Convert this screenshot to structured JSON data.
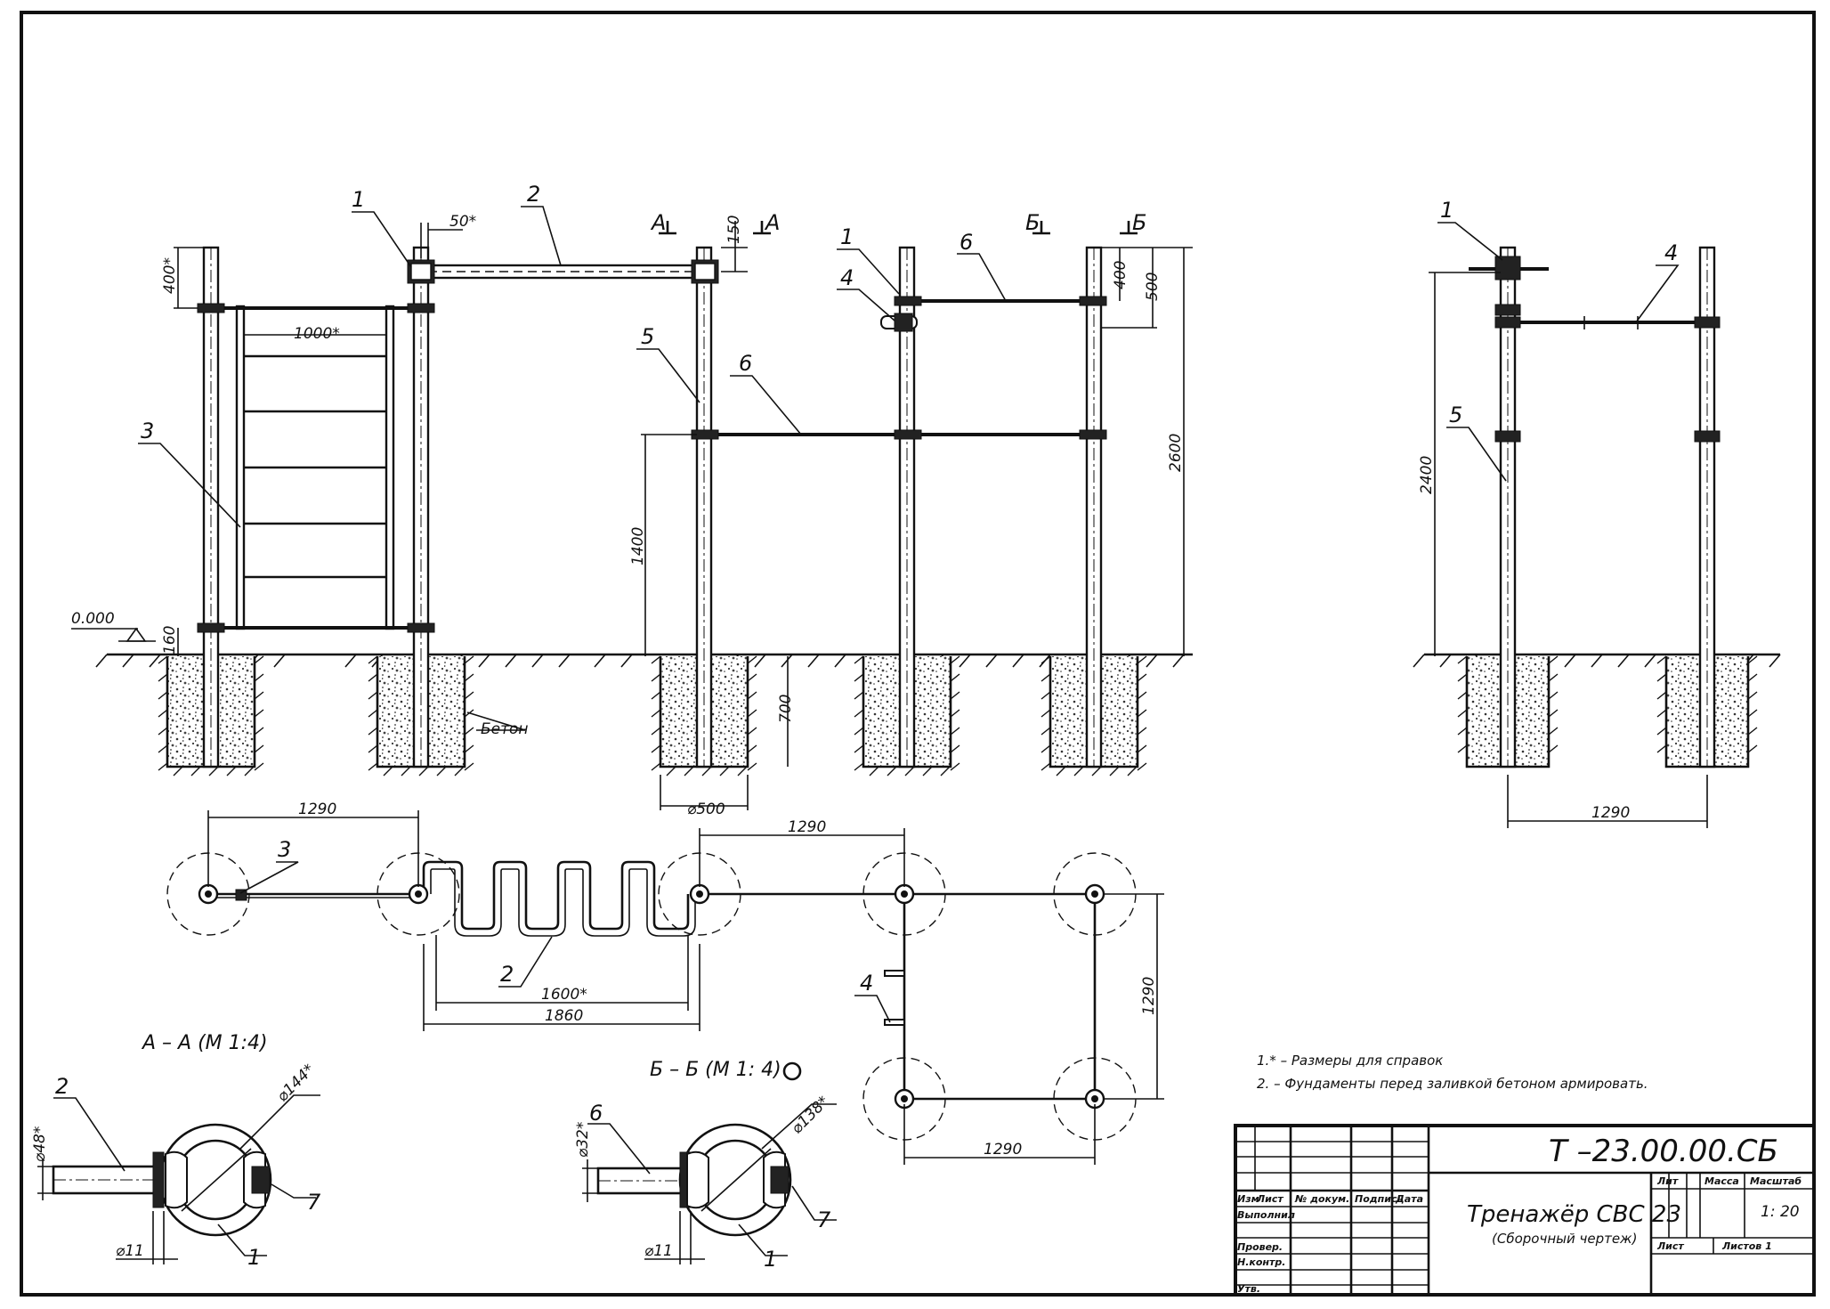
{
  "title_block": {
    "code": "Т –23.00.00.СБ",
    "product": "Тренажёр СВС 23",
    "doc_type": "(Сборочный чертеж)",
    "col_lit": "Лит",
    "col_mass": "Масса",
    "col_scale": "Масштаб",
    "scale": "1: 20",
    "sheet": "Лист",
    "sheets": "Листов 1",
    "headers": [
      "Изм",
      "Лист",
      "№ докум.",
      "Подпись",
      "Дата"
    ],
    "roles": [
      "Выполнил",
      "Провер.",
      "Н.контр.",
      "Утв."
    ]
  },
  "notes": [
    "1.* – Размеры для справок",
    "2. – Фундаменты перед заливкой бетоном армировать."
  ],
  "sections": {
    "aa": "А – А (М 1:4)",
    "bb": "Б – Б (М 1: 4)",
    "mark_a": "А",
    "mark_b": "Б"
  },
  "labels": {
    "concrete": "Бетон",
    "level": "0.000",
    "p1": "1",
    "p2": "2",
    "p3": "3",
    "p4": "4",
    "p5": "5",
    "p6": "6",
    "p7": "7"
  },
  "dims": {
    "d400": "400*",
    "d50": "50*",
    "d1000": "1000*",
    "d150": "150",
    "d160": "160",
    "d1400": "1400",
    "d700": "700",
    "d500dia": "⌀500",
    "d400b": "400",
    "d500": "500",
    "d2600": "2600",
    "d2400": "2400",
    "d1290": "1290",
    "d1600": "1600*",
    "d1860": "1860",
    "d48": "⌀48*",
    "d144": "⌀144*",
    "d11": "⌀11",
    "d32": "⌀32*",
    "d138": "⌀138*"
  }
}
